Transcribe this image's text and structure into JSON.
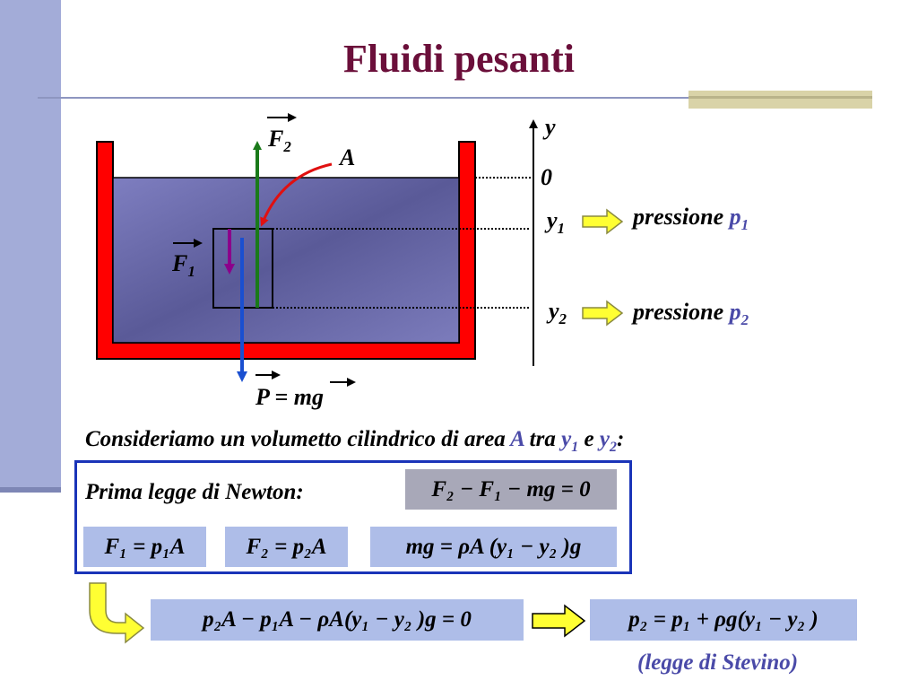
{
  "slide": {
    "title": "Fluidi pesanti"
  },
  "diagram": {
    "labels": {
      "f2": "F",
      "f2_sub": "2",
      "area": "A",
      "f1": "F",
      "f1_sub": "1",
      "weight": "P = mg",
      "axis_y": "y",
      "level_0": "0",
      "level_y1": "y",
      "level_y1_sub": "1",
      "level_y2": "y",
      "level_y2_sub": "2",
      "pressure_label": "pressione",
      "p1": "p",
      "p1_sub": "1",
      "p2": "p",
      "p2_sub": "2"
    }
  },
  "text": {
    "intro_a": "Consideriamo un volumetto cilindrico di area",
    "intro_A": "A",
    "intro_tra": "tra",
    "intro_y1": "y",
    "intro_y1_sub": "1",
    "intro_e": "e",
    "intro_y2": "y",
    "intro_y2_sub": "2",
    "intro_colon": ":",
    "newton_label": "Prima legge di Newton:"
  },
  "formulas": {
    "newton": "F₂ − F₁ − mg = 0",
    "f1": "F₁ = p₁A",
    "f2": "F₂ = p₂A",
    "mg": "mg = ρA (y₁ − y₂ )g",
    "combined": "p₂A − p₁A − ρA(y₁ − y₂ )g = 0",
    "result": "p₂ = p₁ + ρg(y₁ − y₂ )"
  },
  "footer": {
    "law_name": "(legge di Stevino)"
  },
  "colors": {
    "title": "#6b0f3a",
    "container": "#ff0000",
    "fluid": "#5f5f9a",
    "f2_arrow": "#1a7a1a",
    "f1_arrow": "#8b008b",
    "weight_arrow": "#1a4fd0",
    "area_arrow": "#e01010",
    "yellow_arrow": "#ffff33",
    "formula_gray": "#a8a8b8",
    "formula_blue": "#aebde8",
    "accent_blue": "#4a4aa8"
  }
}
